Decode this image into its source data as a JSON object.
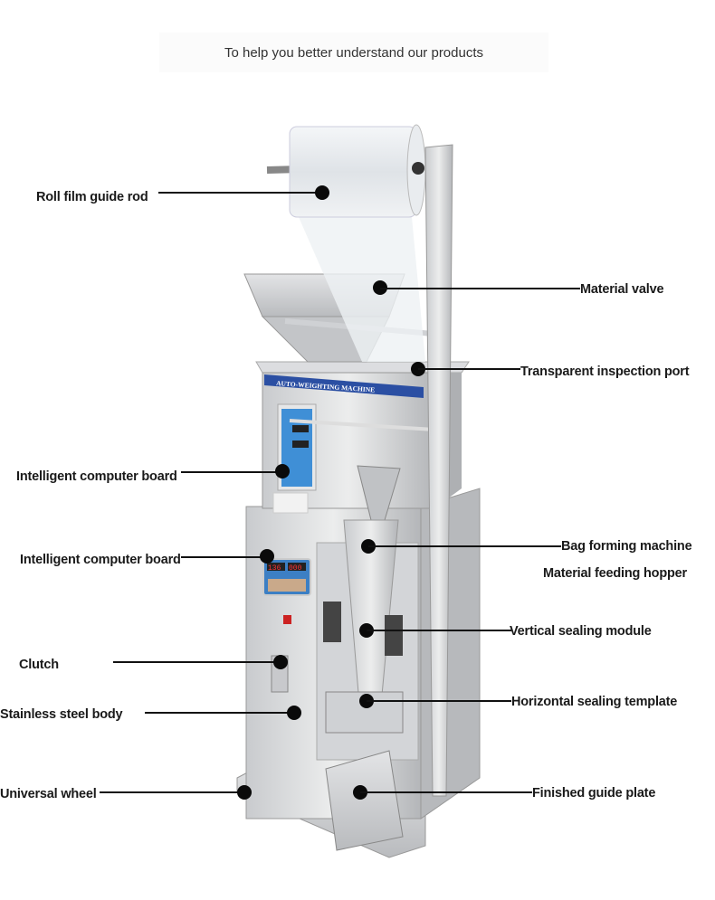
{
  "header": {
    "title": "To help you better understand our products"
  },
  "machine": {
    "strip_text": "AUTO-WEIGHTING MACHINE",
    "display_left": "136",
    "display_right": "000"
  },
  "labels": {
    "roll_film_guide_rod": "Roll film guide rod",
    "material_valve": "Material valve",
    "transparent_inspection_port": "Transparent inspection port",
    "intelligent_computer_board_upper": "Intelligent computer board",
    "bag_forming_machine": "Bag forming machine",
    "material_feeding_hopper": "Material feeding hopper",
    "intelligent_computer_board_lower": "Intelligent computer board",
    "vertical_sealing_module": "Vertical sealing module",
    "clutch": "Clutch",
    "stainless_steel_body": "Stainless steel body",
    "horizontal_sealing_template": "Horizontal sealing template",
    "universal_wheel": "Universal wheel",
    "finished_guide_plate": "Finished guide plate"
  }
}
